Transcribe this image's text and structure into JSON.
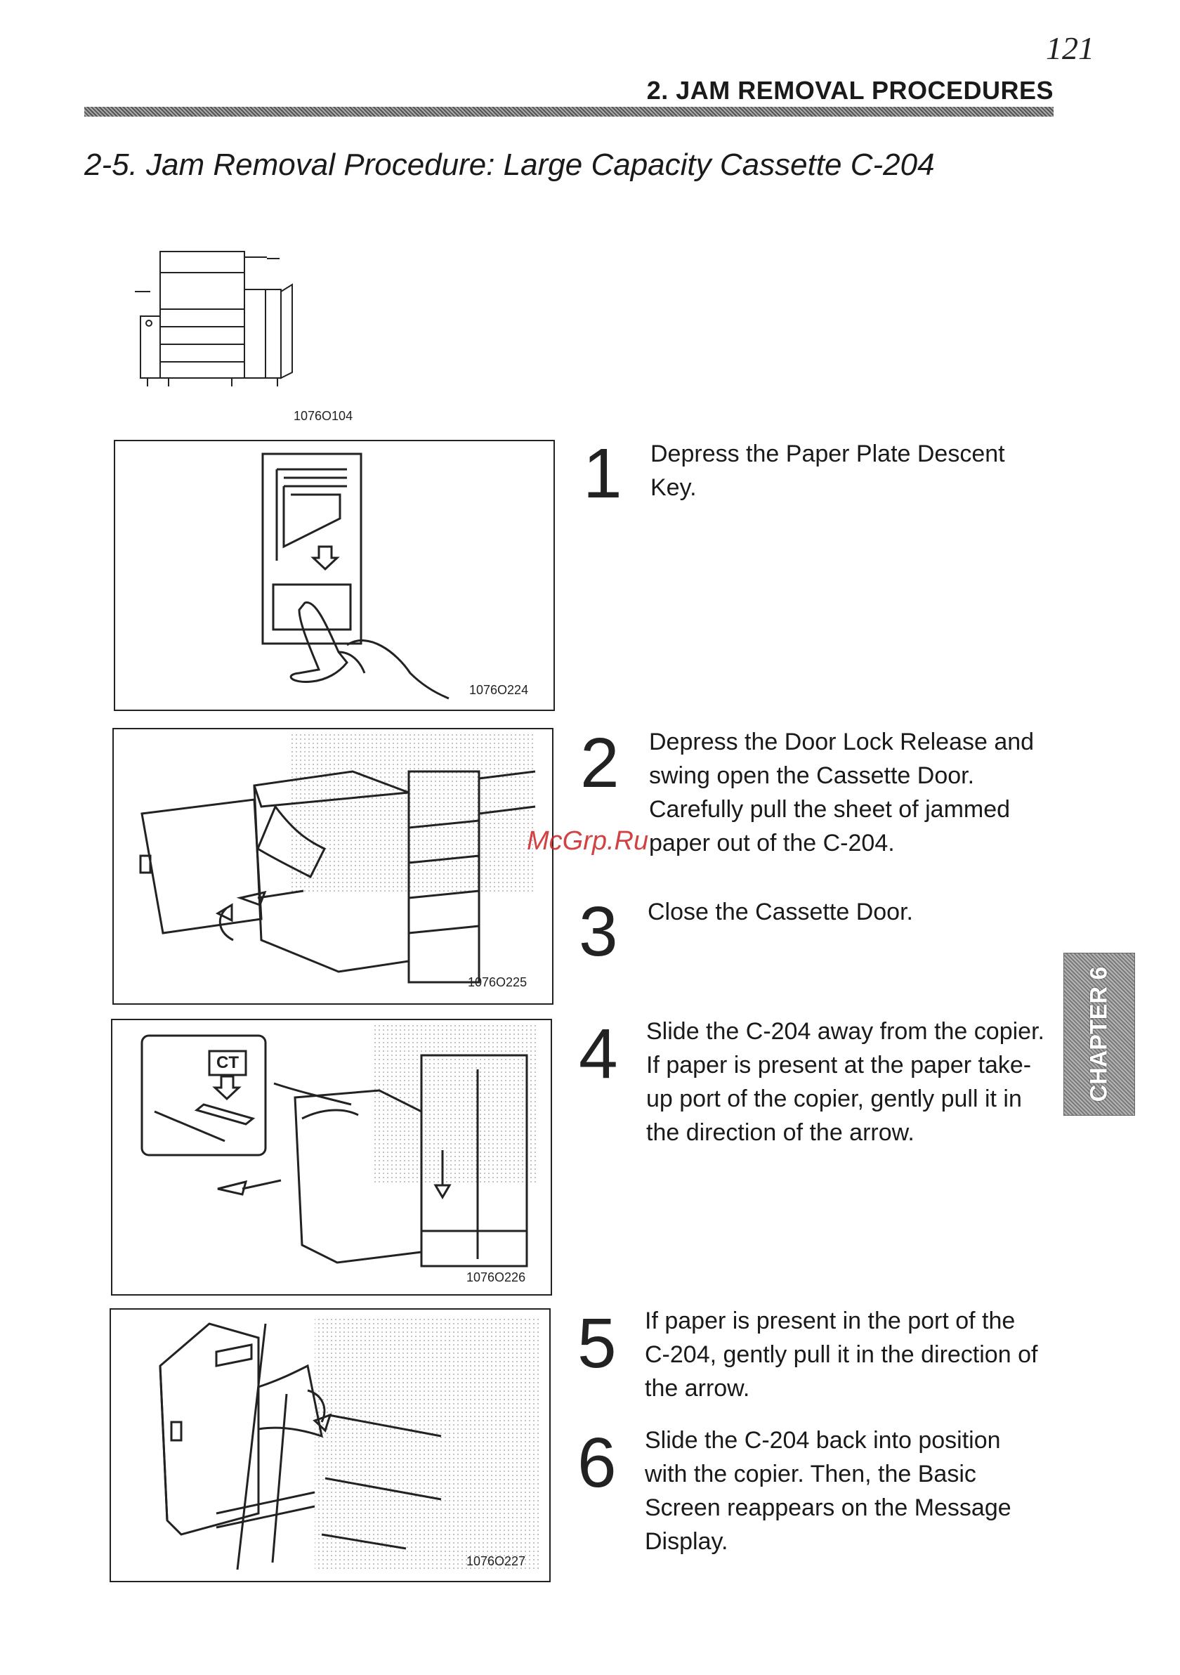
{
  "header": {
    "page_number": "121",
    "section": "2. JAM REMOVAL PROCEDURES"
  },
  "title": "2-5. Jam Removal Procedure: Large Capacity Cassette C-204",
  "overview_figure": {
    "code": "1076O104"
  },
  "figures": [
    {
      "code": "1076O224"
    },
    {
      "code": "1076O225"
    },
    {
      "code": "1076O226"
    },
    {
      "code": "1076O227"
    }
  ],
  "panel_label": "CT",
  "steps": [
    {
      "number": "1",
      "text": "Depress the Paper Plate Descent Key."
    },
    {
      "number": "2",
      "text": "Depress the Door Lock Release and swing open the Cassette Door. Carefully pull the sheet of jammed paper out of the C-204."
    },
    {
      "number": "3",
      "text": "Close the Cassette Door."
    },
    {
      "number": "4",
      "text": "Slide the C-204 away from the copier. If paper is present at the paper take-up port of the copier, gently pull it in the direction of the arrow."
    },
    {
      "number": "5",
      "text": "If paper is present in the port of the C-204, gently pull it in the direction of the arrow."
    },
    {
      "number": "6",
      "text": "Slide the C-204 back into position with the copier. Then, the Basic Screen reappears on the Message Display."
    }
  ],
  "chapter_tab": "CHAPTER 6",
  "watermark": "McGrp.Ru"
}
